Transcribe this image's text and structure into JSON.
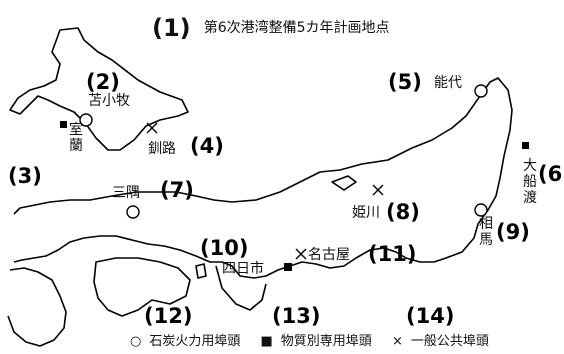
{
  "title": {
    "number": "(1)",
    "text": "第6次港湾整備5カ年計画地点"
  },
  "legend": [
    {
      "symbol": "○",
      "text": "石炭火力用埠頭"
    },
    {
      "symbol": "■",
      "text": "物質別専用埠頭"
    },
    {
      "symbol": "×",
      "text": "一般公共埠頭"
    }
  ],
  "places": [
    {
      "num": "(2)",
      "name": "苫小牧"
    },
    {
      "num": "(3)",
      "name": "室蘭"
    },
    {
      "num": "(4)",
      "name": "釧路"
    },
    {
      "num": "(5)",
      "name": "能代"
    },
    {
      "num": "(6)",
      "name": "大船渡"
    },
    {
      "num": "(7)",
      "name": "三隅"
    },
    {
      "num": "(8)",
      "name": "姫川"
    },
    {
      "num": "(9)",
      "name": "相馬"
    },
    {
      "num": "(10)",
      "name": "四日市"
    },
    {
      "num": "(11)",
      "name": "名古屋"
    },
    {
      "num": "(12)",
      "name": ""
    },
    {
      "num": "(13)",
      "name": ""
    },
    {
      "num": "(14)",
      "name": ""
    }
  ]
}
